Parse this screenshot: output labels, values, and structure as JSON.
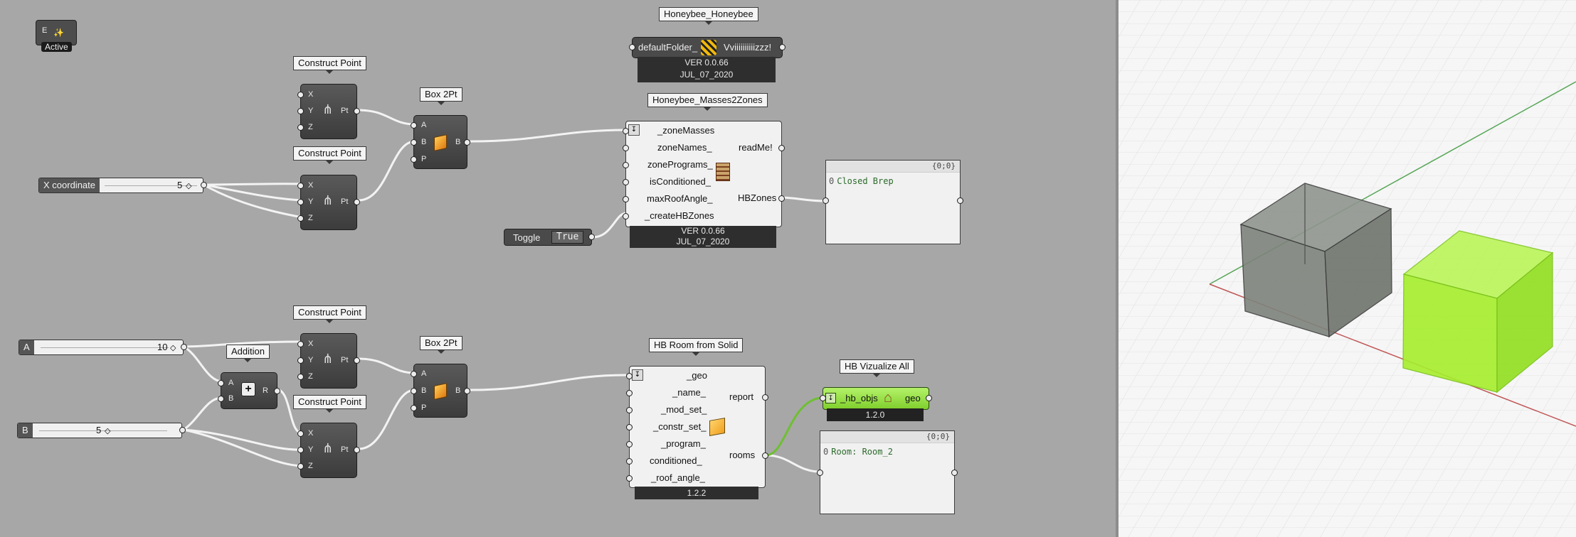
{
  "colors": {
    "canvas": "#a7a7a7",
    "component": "#474747",
    "wire": "#f3f3f3",
    "green_wire": "#6fbf33",
    "green_component": "#9be34c",
    "viewport_bg": "#f6f6f6"
  },
  "widgets": {
    "status_active": "Active",
    "status_active_inner": "E",
    "x_slider": {
      "label": "X coordinate",
      "value": "5"
    },
    "a_slider": {
      "label": "A",
      "value": "10"
    },
    "b_slider": {
      "label": "B",
      "value": "5"
    },
    "toggle": {
      "label": "Toggle",
      "value": "True"
    }
  },
  "components": {
    "construct_point": {
      "title": "Construct Point",
      "inputs": [
        "X",
        "Y",
        "Z"
      ],
      "output": "Pt"
    },
    "box_2pt": {
      "title": "Box 2Pt",
      "inputs": [
        "A",
        "B",
        "P"
      ],
      "output": "B"
    },
    "addition": {
      "title": "Addition",
      "inputs": [
        "A",
        "B"
      ],
      "output": "R"
    },
    "honeybee": {
      "title": "Honeybee_Honeybee",
      "input": "defaultFolder_",
      "output": "Vviiiiiiiiiizzz!",
      "version": "VER 0.0.66",
      "date": "JUL_07_2020"
    },
    "masses2zones": {
      "title": "Honeybee_Masses2Zones",
      "inputs": [
        "_zoneMasses",
        "zoneNames_",
        "zonePrograms_",
        "isConditioned_",
        "maxRoofAngle_",
        "_createHBZones"
      ],
      "outputs": [
        "readMe!",
        "HBZones"
      ],
      "version": "VER 0.0.66",
      "date": "JUL_07_2020"
    },
    "room_from_solid": {
      "title": "HB Room from Solid",
      "inputs": [
        "_geo",
        "_name_",
        "_mod_set_",
        "_constr_set_",
        "_program_",
        "conditioned_",
        "_roof_angle_"
      ],
      "outputs": [
        "report",
        "rooms"
      ],
      "version": "1.2.2"
    },
    "vizualize_all": {
      "title": "HB Vizualize All",
      "input": "_hb_objs",
      "output": "geo",
      "version": "1.2.0"
    }
  },
  "panels": {
    "top": {
      "header": "{0;0}",
      "index": "0",
      "text": "Closed Brep"
    },
    "bottom": {
      "header": "{0;0}",
      "index": "0",
      "text": "Room: Room_2"
    }
  },
  "viewport": {
    "icons": [
      "gray-box",
      "green-box"
    ]
  }
}
